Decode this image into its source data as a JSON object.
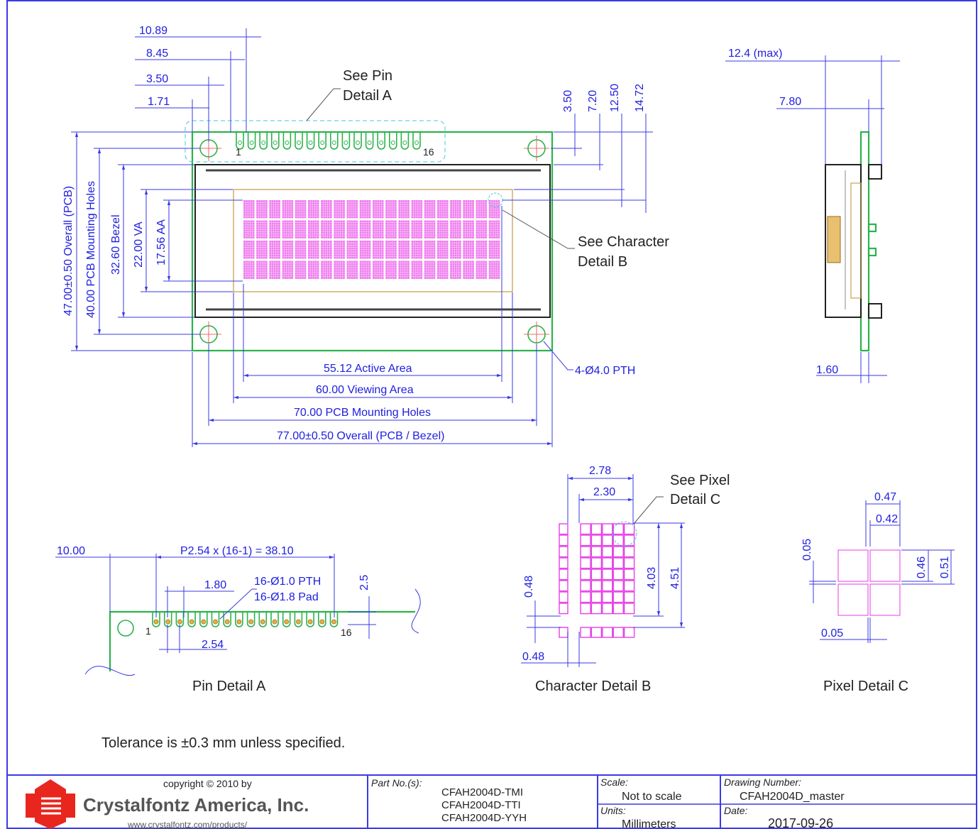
{
  "colors": {
    "dimension": "#2020e0",
    "pcb": "#2bb34a",
    "pixels": "#e63ee6",
    "logo": "#e8261e",
    "frame": "#3a3ae6",
    "viewing": "#c8a050"
  },
  "front": {
    "dims_top": [
      "10.89",
      "8.45",
      "3.50",
      "1.71"
    ],
    "dims_right": [
      "3.50",
      "7.20",
      "12.50",
      "14.72"
    ],
    "dims_left": [
      "47.00±0.50 Overall (PCB)",
      "40.00 PCB Mounting Holes",
      "32.60 Bezel",
      "22.00 VA",
      "17.56 AA"
    ],
    "dims_bottom": [
      "55.12 Active Area",
      "60.00 Viewing Area",
      "70.00 PCB Mounting Holes",
      "77.00±0.50 Overall (PCB / Bezel)"
    ],
    "see_pin": [
      "See Pin",
      "Detail A"
    ],
    "see_char": [
      "See Character",
      "Detail B"
    ],
    "holes_note": "4-Ø4.0 PTH",
    "pin_first": "1",
    "pin_last": "16"
  },
  "side": {
    "dims": [
      "12.4 (max)",
      "7.80",
      "1.60"
    ]
  },
  "pin_detail": {
    "title": "Pin Detail A",
    "dims": [
      "10.00",
      "P2.54 x (16-1) = 38.10",
      "1.80",
      "2.5",
      "2.54"
    ],
    "notes": [
      "16-Ø1.0 PTH",
      "16-Ø1.8 Pad"
    ],
    "pin_first": "1",
    "pin_last": "16"
  },
  "char_detail": {
    "title": "Character Detail B",
    "dims": [
      "2.78",
      "2.30",
      "4.03",
      "4.51",
      "0.48",
      "0.48"
    ],
    "see_pixel": [
      "See Pixel",
      "Detail C"
    ]
  },
  "pixel_detail": {
    "title": "Pixel Detail C",
    "dims": [
      "0.47",
      "0.42",
      "0.05",
      "0.46",
      "0.51",
      "0.05"
    ]
  },
  "tolerance": "Tolerance is ±0.3 mm unless specified.",
  "title_block": {
    "copyright": "copyright © 2010 by",
    "company": "Crystalfontz America, Inc.",
    "url": "www.crystalfontz.com/products/",
    "part_label": "Part No.(s):",
    "parts": [
      "CFAH2004D-TMI",
      "CFAH2004D-TTI",
      "CFAH2004D-YYH"
    ],
    "scale_label": "Scale:",
    "scale": "Not to scale",
    "units_label": "Units:",
    "units": "Millimeters",
    "drawing_label": "Drawing Number:",
    "drawing": "CFAH2004D_master",
    "date_label": "Date:",
    "date": "2017-09-26"
  }
}
